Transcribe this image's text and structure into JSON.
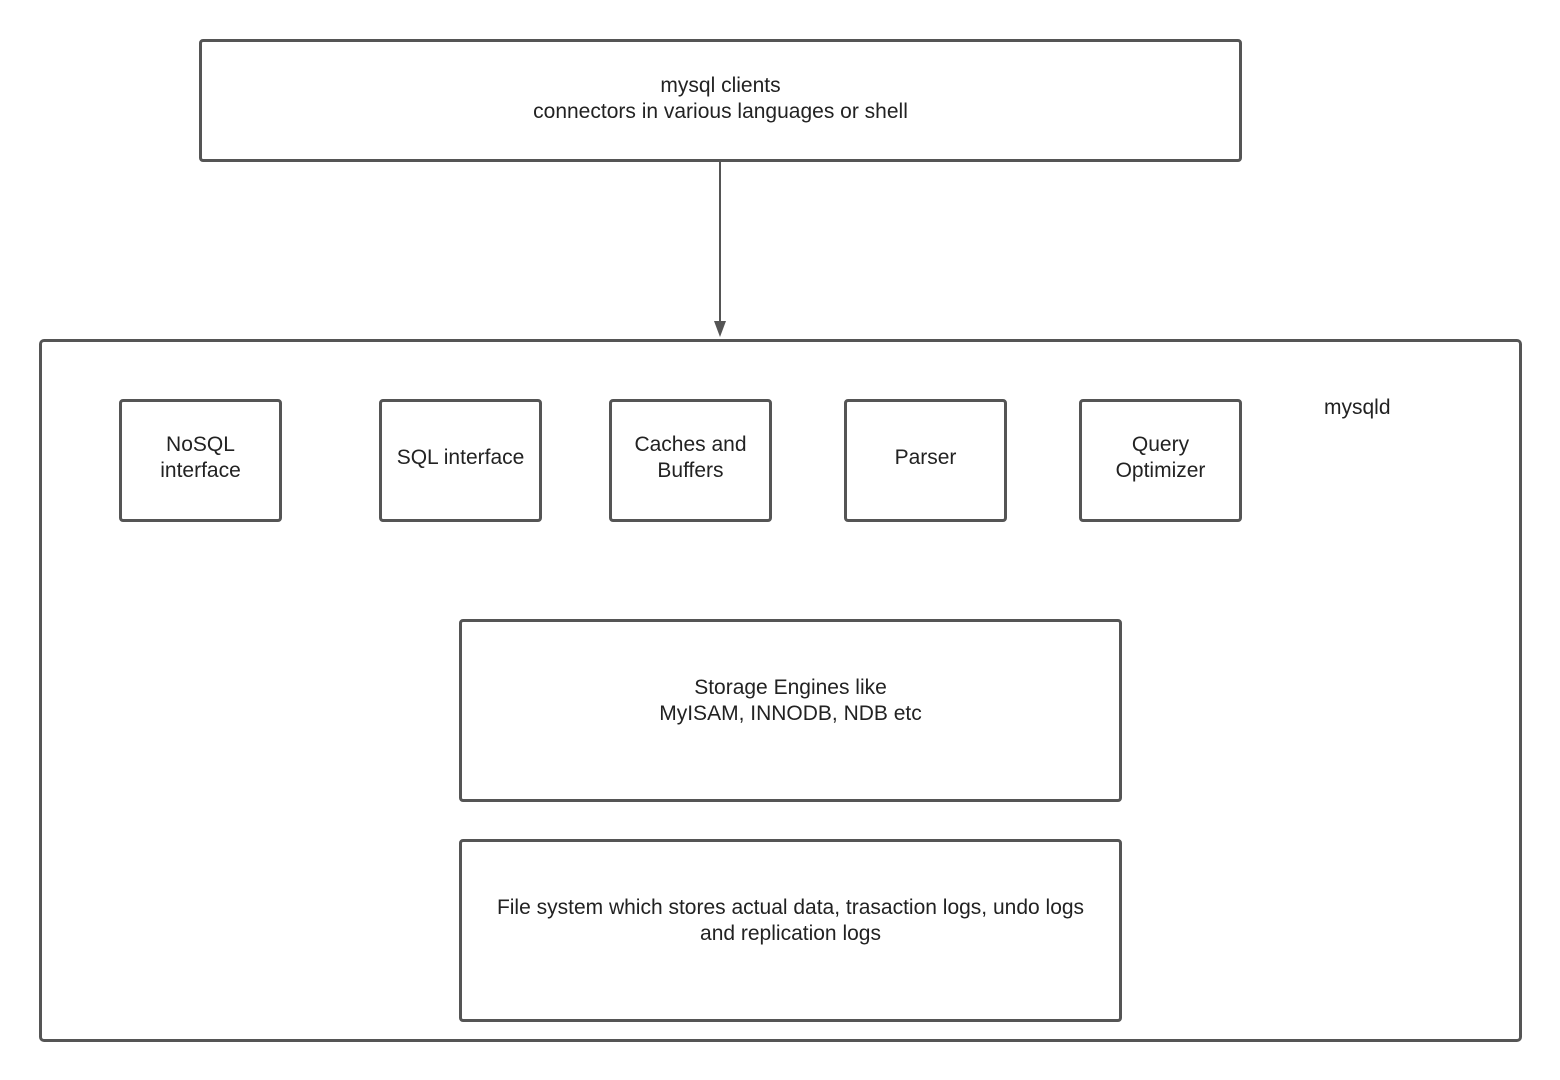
{
  "diagram": {
    "clients": {
      "label": "mysql clients\nconnectors in various languages or shell"
    },
    "server": {
      "label": "mysqld"
    },
    "components": [
      {
        "label": "NoSQL\ninterface"
      },
      {
        "label": "SQL interface"
      },
      {
        "label": "Caches and\nBuffers"
      },
      {
        "label": "Parser"
      },
      {
        "label": "Query\nOptimizer"
      }
    ],
    "storage": {
      "label": "Storage Engines like\nMyISAM, INNODB, NDB etc"
    },
    "filesystem": {
      "label": "File system which stores actual data, trasaction logs, undo logs\nand replication logs"
    },
    "colors": {
      "border": "#555555",
      "text": "#222222",
      "background": "#ffffff"
    }
  }
}
